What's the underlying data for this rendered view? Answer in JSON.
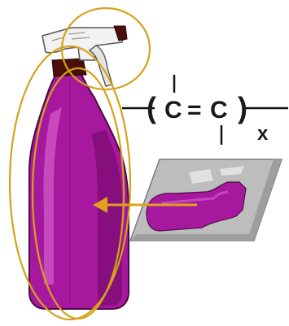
{
  "formula": {
    "open_paren": "(",
    "atom_left": "C",
    "double_bond": "=",
    "atom_right": "C",
    "close_paren": ")",
    "subscript": "x"
  },
  "colors": {
    "bottle_fill": "#a8189e",
    "bottle_shade": "#6a0a63",
    "bottle_highlight": "#d05ac8",
    "cap_dark": "#4a0f0b",
    "trigger_white": "#f2f2f2",
    "outline_gold": "#d4a21a",
    "arrow_gold": "#e0a21c",
    "film_gray": "#bdbdbd",
    "bond_black": "#111111"
  }
}
